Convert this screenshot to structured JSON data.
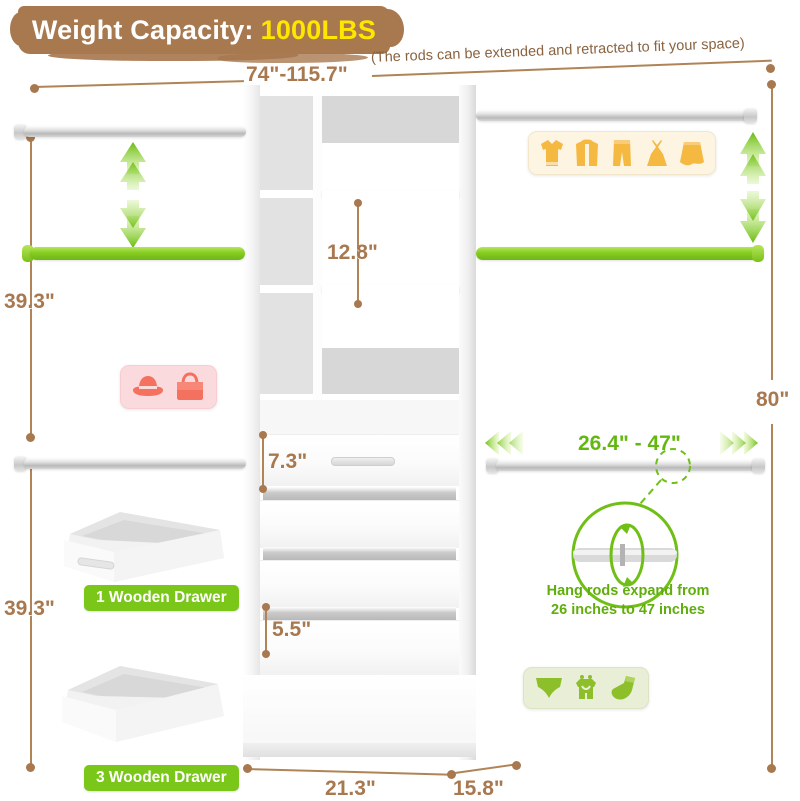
{
  "banner": {
    "label": "Weight Capacity:",
    "value": "1000LBS"
  },
  "notes": {
    "rods_note": "(The rods can be extended and retracted to fit your space)"
  },
  "dimensions": {
    "overall_width": "74\"-115.7\"",
    "left_upper_height": "39.3\"",
    "left_lower_height": "39.3\"",
    "shelf_gap": "12.8\"",
    "top_drawer_height": "7.3\"",
    "lower_drawer_height": "5.5\"",
    "total_height": "80\"",
    "base_width": "21.3\"",
    "base_depth": "15.8\"",
    "rod_expand_range": "26.4\" - 47\""
  },
  "callouts": {
    "expand_line1": "Hang rods expand from",
    "expand_line2": "26 inches to 47 inches"
  },
  "pills": {
    "drawer_one": "1 Wooden Drawer",
    "drawer_three": "3 Wooden Drawer"
  },
  "badges": {
    "clothes": {
      "items": [
        "shirt-icon",
        "jacket-icon",
        "pants-icon",
        "dress-icon",
        "skirt-icon"
      ]
    },
    "accessories": {
      "items": [
        "hat-icon",
        "handbag-icon"
      ]
    },
    "baby": {
      "items": [
        "underwear-icon",
        "onesie-icon",
        "sock-icon"
      ]
    }
  },
  "colors": {
    "banner_brown": "#a8784f",
    "highlight_yellow": "#ffe600",
    "dimension_brown": "#a8784f",
    "accent_green": "#7ac71a",
    "rod_green": "#86cc20",
    "badge_clothes_bg": "#fdf5e2",
    "badge_clothes_icon": "#f5b942",
    "badge_acc_bg": "#fbdadd",
    "badge_acc_icon": "#f4705f",
    "badge_baby_bg": "#e9eed7",
    "badge_baby_icon": "#8cbf2a"
  }
}
